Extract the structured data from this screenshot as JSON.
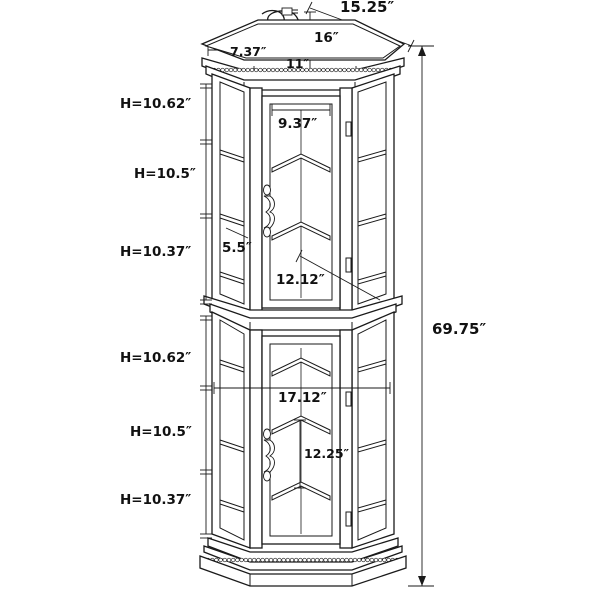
{
  "dimensions": {
    "top_width": "15.25″",
    "top_depth": "16″",
    "top_side": "7.37″",
    "top_front": "11″",
    "overall_height": "69.75″",
    "inner_width_top": "9.37″",
    "shelf_depth": "5.5″",
    "inner_depth_upper": "12.12″",
    "inner_width_lower": "17.12″",
    "inner_depth_lower": "12.25″"
  },
  "shelf_heights_upper": [
    "H=10.62″",
    "H=10.5″",
    "H=10.37″"
  ],
  "shelf_heights_lower": [
    "H=10.62″",
    "H=10.5″",
    "H=10.37″"
  ]
}
